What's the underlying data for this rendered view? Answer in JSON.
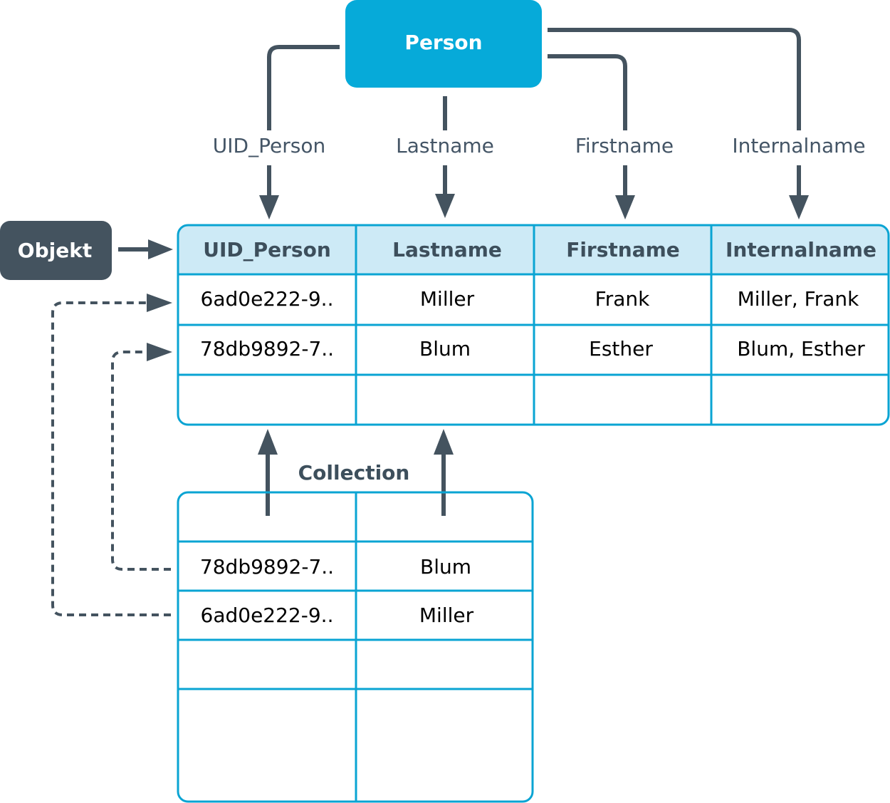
{
  "person": {
    "label": "Person"
  },
  "objekt": {
    "label": "Objekt"
  },
  "fields": [
    "UID_Person",
    "Lastname",
    "Firstname",
    "Internalname"
  ],
  "object_table": {
    "headers": [
      "UID_Person",
      "Lastname",
      "Firstname",
      "Internalname"
    ],
    "rows": [
      [
        "6ad0e222-9..",
        "Miller",
        "Frank",
        "Miller, Frank"
      ],
      [
        "78db9892-7..",
        "Blum",
        "Esther",
        "Blum, Esther"
      ],
      [
        "",
        "",
        "",
        ""
      ]
    ]
  },
  "collection": {
    "title": "Collection",
    "rows": [
      [
        "",
        ""
      ],
      [
        "78db9892-7..",
        "Blum"
      ],
      [
        "6ad0e222-9..",
        "Miller"
      ],
      [
        "",
        ""
      ],
      [
        "",
        ""
      ]
    ]
  },
  "colors": {
    "person_box": "#06aad9",
    "objekt_box": "#44535f",
    "header_fill": "#cdeaf6",
    "grid": "#0aa4d3",
    "arrow": "#44535f"
  }
}
